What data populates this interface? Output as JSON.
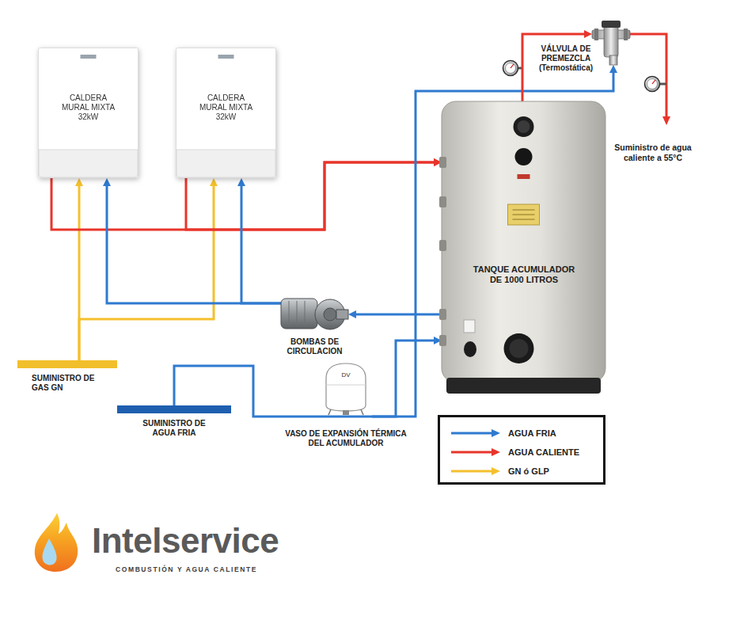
{
  "diagram": {
    "nodes": [
      {
        "text": [
          "CALDERA MURAL MIXTA 32kW"
        ]
      },
      {
        "text": [
          "CALDERA MURAL MIXTA 32kW"
        ]
      },
      {
        "text": [
          "VÁLVULA DE PREMEZCLA (Termostática)"
        ]
      },
      {
        "text": [
          "TANQUE ACUMULADOR DE 1000 LITROS"
        ]
      },
      {
        "text": [
          "BOMBAS DE CIRCULACION"
        ]
      },
      {
        "text": [
          "SUMINISTRO DE GAS GN"
        ]
      },
      {
        "text": [
          "SUMINISTRO DE AGUA FRIA"
        ]
      },
      {
        "text": [
          "DV",
          "VASO DE EXPANSIÓN TÉRMICA DEL ACUMULADOR"
        ]
      }
    ],
    "edges": [
      {
        "from": 5,
        "to": 0,
        "arrow": "to"
      },
      {
        "from": 5,
        "to": 1,
        "arrow": "to"
      },
      {
        "from": 0,
        "to": 3,
        "arrow": "to"
      },
      {
        "from": 1,
        "to": 3,
        "arrow": "to"
      },
      {
        "from": 3,
        "to": 4,
        "arrow": "to"
      },
      {
        "from": 4,
        "to": 0,
        "arrow": "to"
      },
      {
        "from": 4,
        "to": 1,
        "arrow": "to"
      },
      {
        "from": 6,
        "to": 7,
        "arrow": "none"
      },
      {
        "from": 7,
        "to": 3,
        "arrow": "to"
      },
      {
        "from": 7,
        "to": 2,
        "arrow": "to"
      },
      {
        "from": 3,
        "to": 2,
        "arrow": "to"
      }
    ],
    "labels": [
      "Suministro de agua caliente a 55°C",
      "Intelservice",
      "COMBUSTIÓN Y AGUA CALIENTE"
    ],
    "legend": [
      {
        "text": "AGUA FRIA",
        "color": "#2f7ad0"
      },
      {
        "text": "AGUA CALIENTE",
        "color": "#e8352b"
      },
      {
        "text": "GN ó GLP",
        "color": "#f4c02e"
      }
    ]
  }
}
